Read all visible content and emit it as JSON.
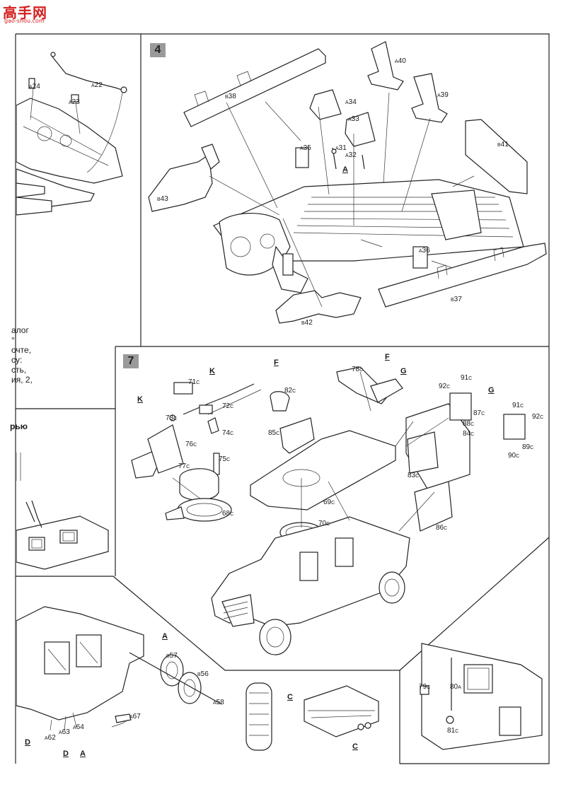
{
  "watermark": {
    "cjk": "高手网",
    "url": "gao-shou.com"
  },
  "step4": {
    "number": "4",
    "parts": [
      {
        "pre": "A",
        "num": "40"
      },
      {
        "pre": "A",
        "num": "39"
      },
      {
        "pre": "A",
        "num": "34"
      },
      {
        "pre": "A",
        "num": "33"
      },
      {
        "pre": "A",
        "num": "35"
      },
      {
        "pre": "A",
        "num": "31"
      },
      {
        "pre": "A",
        "num": "32"
      },
      {
        "pre": "B",
        "num": "38"
      },
      {
        "pre": "B",
        "num": "41"
      },
      {
        "pre": "B",
        "num": "43"
      },
      {
        "pre": "A",
        "num": "36"
      },
      {
        "pre": "B",
        "num": "37"
      },
      {
        "pre": "B",
        "num": "42"
      }
    ],
    "tag": "A"
  },
  "step_left_top": {
    "parts": [
      {
        "pre": "A",
        "num": "24"
      },
      {
        "pre": "A",
        "num": "22"
      },
      {
        "pre": "A",
        "num": "23"
      }
    ]
  },
  "left_text": {
    "line1": "алог",
    "line2": "°",
    "line3": "очте,",
    "line4": "су:",
    "line5": "сть,",
    "line6": "ия, 2,",
    "heading": "рью"
  },
  "step7": {
    "number": "7",
    "tags": [
      "K",
      "K",
      "F",
      "F",
      "G",
      "G"
    ],
    "parts": [
      {
        "num": "71",
        "suf": "C"
      },
      {
        "num": "72",
        "suf": "C"
      },
      {
        "num": "73",
        "suf": "C"
      },
      {
        "num": "74",
        "suf": "C"
      },
      {
        "num": "76",
        "suf": "C"
      },
      {
        "num": "75",
        "suf": "C"
      },
      {
        "num": "77",
        "suf": "C"
      },
      {
        "num": "68",
        "suf": "C"
      },
      {
        "num": "82",
        "suf": "C"
      },
      {
        "num": "85",
        "suf": "C"
      },
      {
        "num": "78",
        "suf": "C"
      },
      {
        "num": "69",
        "suf": "C"
      },
      {
        "num": "70",
        "suf": "C"
      },
      {
        "num": "92",
        "suf": "C"
      },
      {
        "num": "91",
        "suf": "C"
      },
      {
        "num": "87",
        "suf": "C"
      },
      {
        "num": "88",
        "suf": "C"
      },
      {
        "num": "84",
        "suf": "C"
      },
      {
        "num": "83",
        "suf": "C"
      },
      {
        "num": "86",
        "suf": "C"
      },
      {
        "num": "91",
        "suf": "C"
      },
      {
        "num": "92",
        "suf": "C"
      },
      {
        "num": "89",
        "suf": "C"
      },
      {
        "num": "90",
        "suf": "C"
      }
    ]
  },
  "step_bottom": {
    "tags": [
      "A",
      "C",
      "C",
      "D",
      "D",
      "A"
    ],
    "parts": [
      {
        "pre": "B",
        "num": "57"
      },
      {
        "pre": "B",
        "num": "56"
      },
      {
        "pre": "A",
        "num": "58"
      },
      {
        "pre": "A",
        "num": "67"
      },
      {
        "pre": "A",
        "num": "62"
      },
      {
        "pre": "A",
        "num": "63"
      },
      {
        "pre": "A",
        "num": "64"
      }
    ]
  },
  "step_br": {
    "parts": [
      {
        "num": "79",
        "suf": "C"
      },
      {
        "num": "80",
        "suf": "A"
      },
      {
        "num": "81",
        "suf": "C"
      }
    ]
  }
}
